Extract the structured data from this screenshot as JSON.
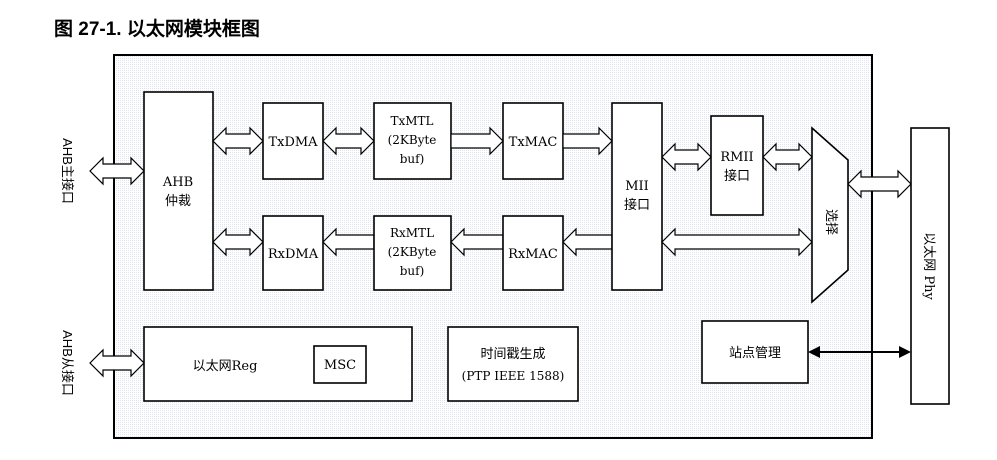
{
  "title": "图 27-1. 以太网模块框图",
  "labels": {
    "ahb_master": "AHB主接口",
    "ahb_slave": "AHB从接口",
    "arbiter_line1": "AHB",
    "arbiter_line2": "仲裁",
    "txdma": "TxDMA",
    "rxdma": "RxDMA",
    "txmtl_line1": "TxMTL",
    "txmtl_line2": "(2KByte",
    "txmtl_line3": "buf)",
    "rxmtl_line1": "RxMTL",
    "rxmtl_line2": "(2KByte",
    "rxmtl_line3": "buf)",
    "txmac": "TxMAC",
    "rxmac": "RxMAC",
    "mii_line1": "MII",
    "mii_line2": "接口",
    "rmii_line1": "RMII",
    "rmii_line2": "接口",
    "mux": "选择",
    "phy": "以太网 Phy",
    "reg": "以太网Reg",
    "msc": "MSC",
    "ptp_line1": "时间戳生成",
    "ptp_line2": "(PTP IEEE 1588)",
    "station_mgmt": "站点管理"
  }
}
